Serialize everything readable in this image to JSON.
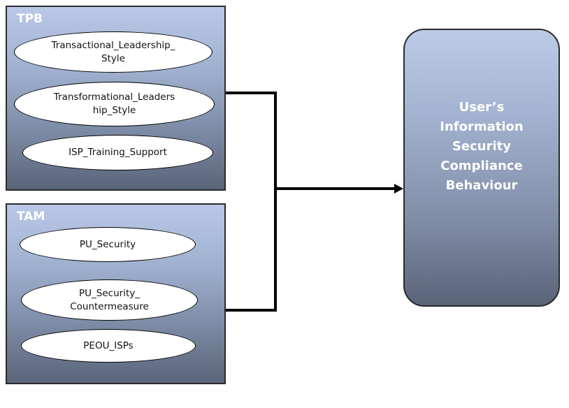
{
  "groups": {
    "tpb": {
      "title": "TPB",
      "constructs": [
        "Transactional_Leadership_\nStyle",
        "Transformational_Leaders\nhip_Style",
        "ISP_Training_Support"
      ]
    },
    "tam": {
      "title": "TAM",
      "constructs": [
        "PU_Security",
        "PU_Security_\nCountermeasure",
        "PEOU_ISPs"
      ]
    }
  },
  "outcome": {
    "label": "User’s\nInformation\nSecurity\nCompliance\nBehaviour"
  },
  "colors": {
    "box_top": "#b9c8e6",
    "box_bottom": "#5a6579",
    "ellipse_fill": "#ffffff",
    "line": "#000000"
  }
}
